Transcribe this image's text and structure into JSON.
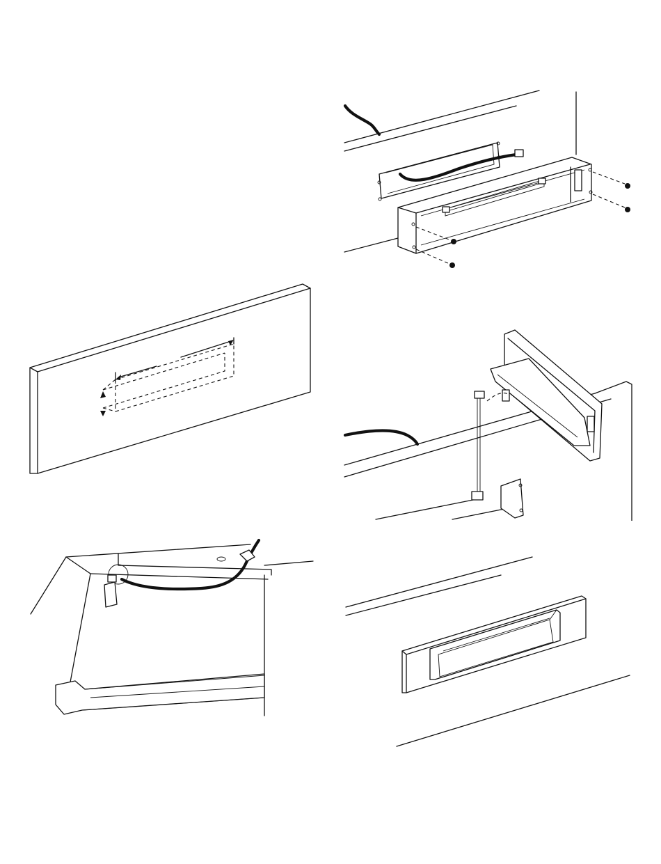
{
  "figures": [
    {
      "id": "cutout-panel",
      "subject": "panel-with-dashed-cutout-outline"
    },
    {
      "id": "housing-install",
      "subject": "control-housing-and-mounting-screws"
    },
    {
      "id": "harness-connect",
      "subject": "door-control-and-wire-harness"
    },
    {
      "id": "wire-routing",
      "subject": "cable-routed-to-connector"
    },
    {
      "id": "installed-control",
      "subject": "finished-recessed-control"
    }
  ],
  "colors": {
    "line": "#111111",
    "background": "#ffffff"
  }
}
